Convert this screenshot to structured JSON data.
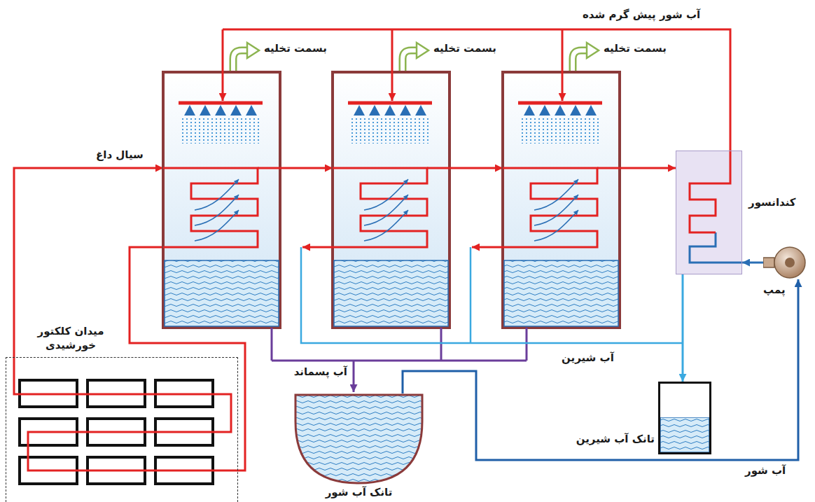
{
  "diagram": {
    "nodes": [
      {
        "text": [
          "میدان کلکتور خورشیدی"
        ]
      },
      {
        "text": [
          "کندانسور"
        ]
      },
      {
        "text": [
          "پمپ"
        ]
      },
      {
        "text": [
          "تانک آب شیرین"
        ]
      },
      {
        "text": [
          "تانک آب شور"
        ]
      }
    ],
    "edges": [
      {
        "from": 4,
        "to": 2,
        "arrow": "to",
        "label": "آب شور"
      },
      {
        "from": 2,
        "to": 1,
        "arrow": "to"
      },
      {
        "from": 1,
        "to": 3,
        "arrow": "to"
      }
    ],
    "labels": [
      "آب شور پیش گرم شده",
      "بسمت تخلیه",
      "بسمت تخلیه",
      "بسمت تخلیه",
      "سیال داغ",
      "آب پسماند",
      "آب شیرین"
    ]
  }
}
